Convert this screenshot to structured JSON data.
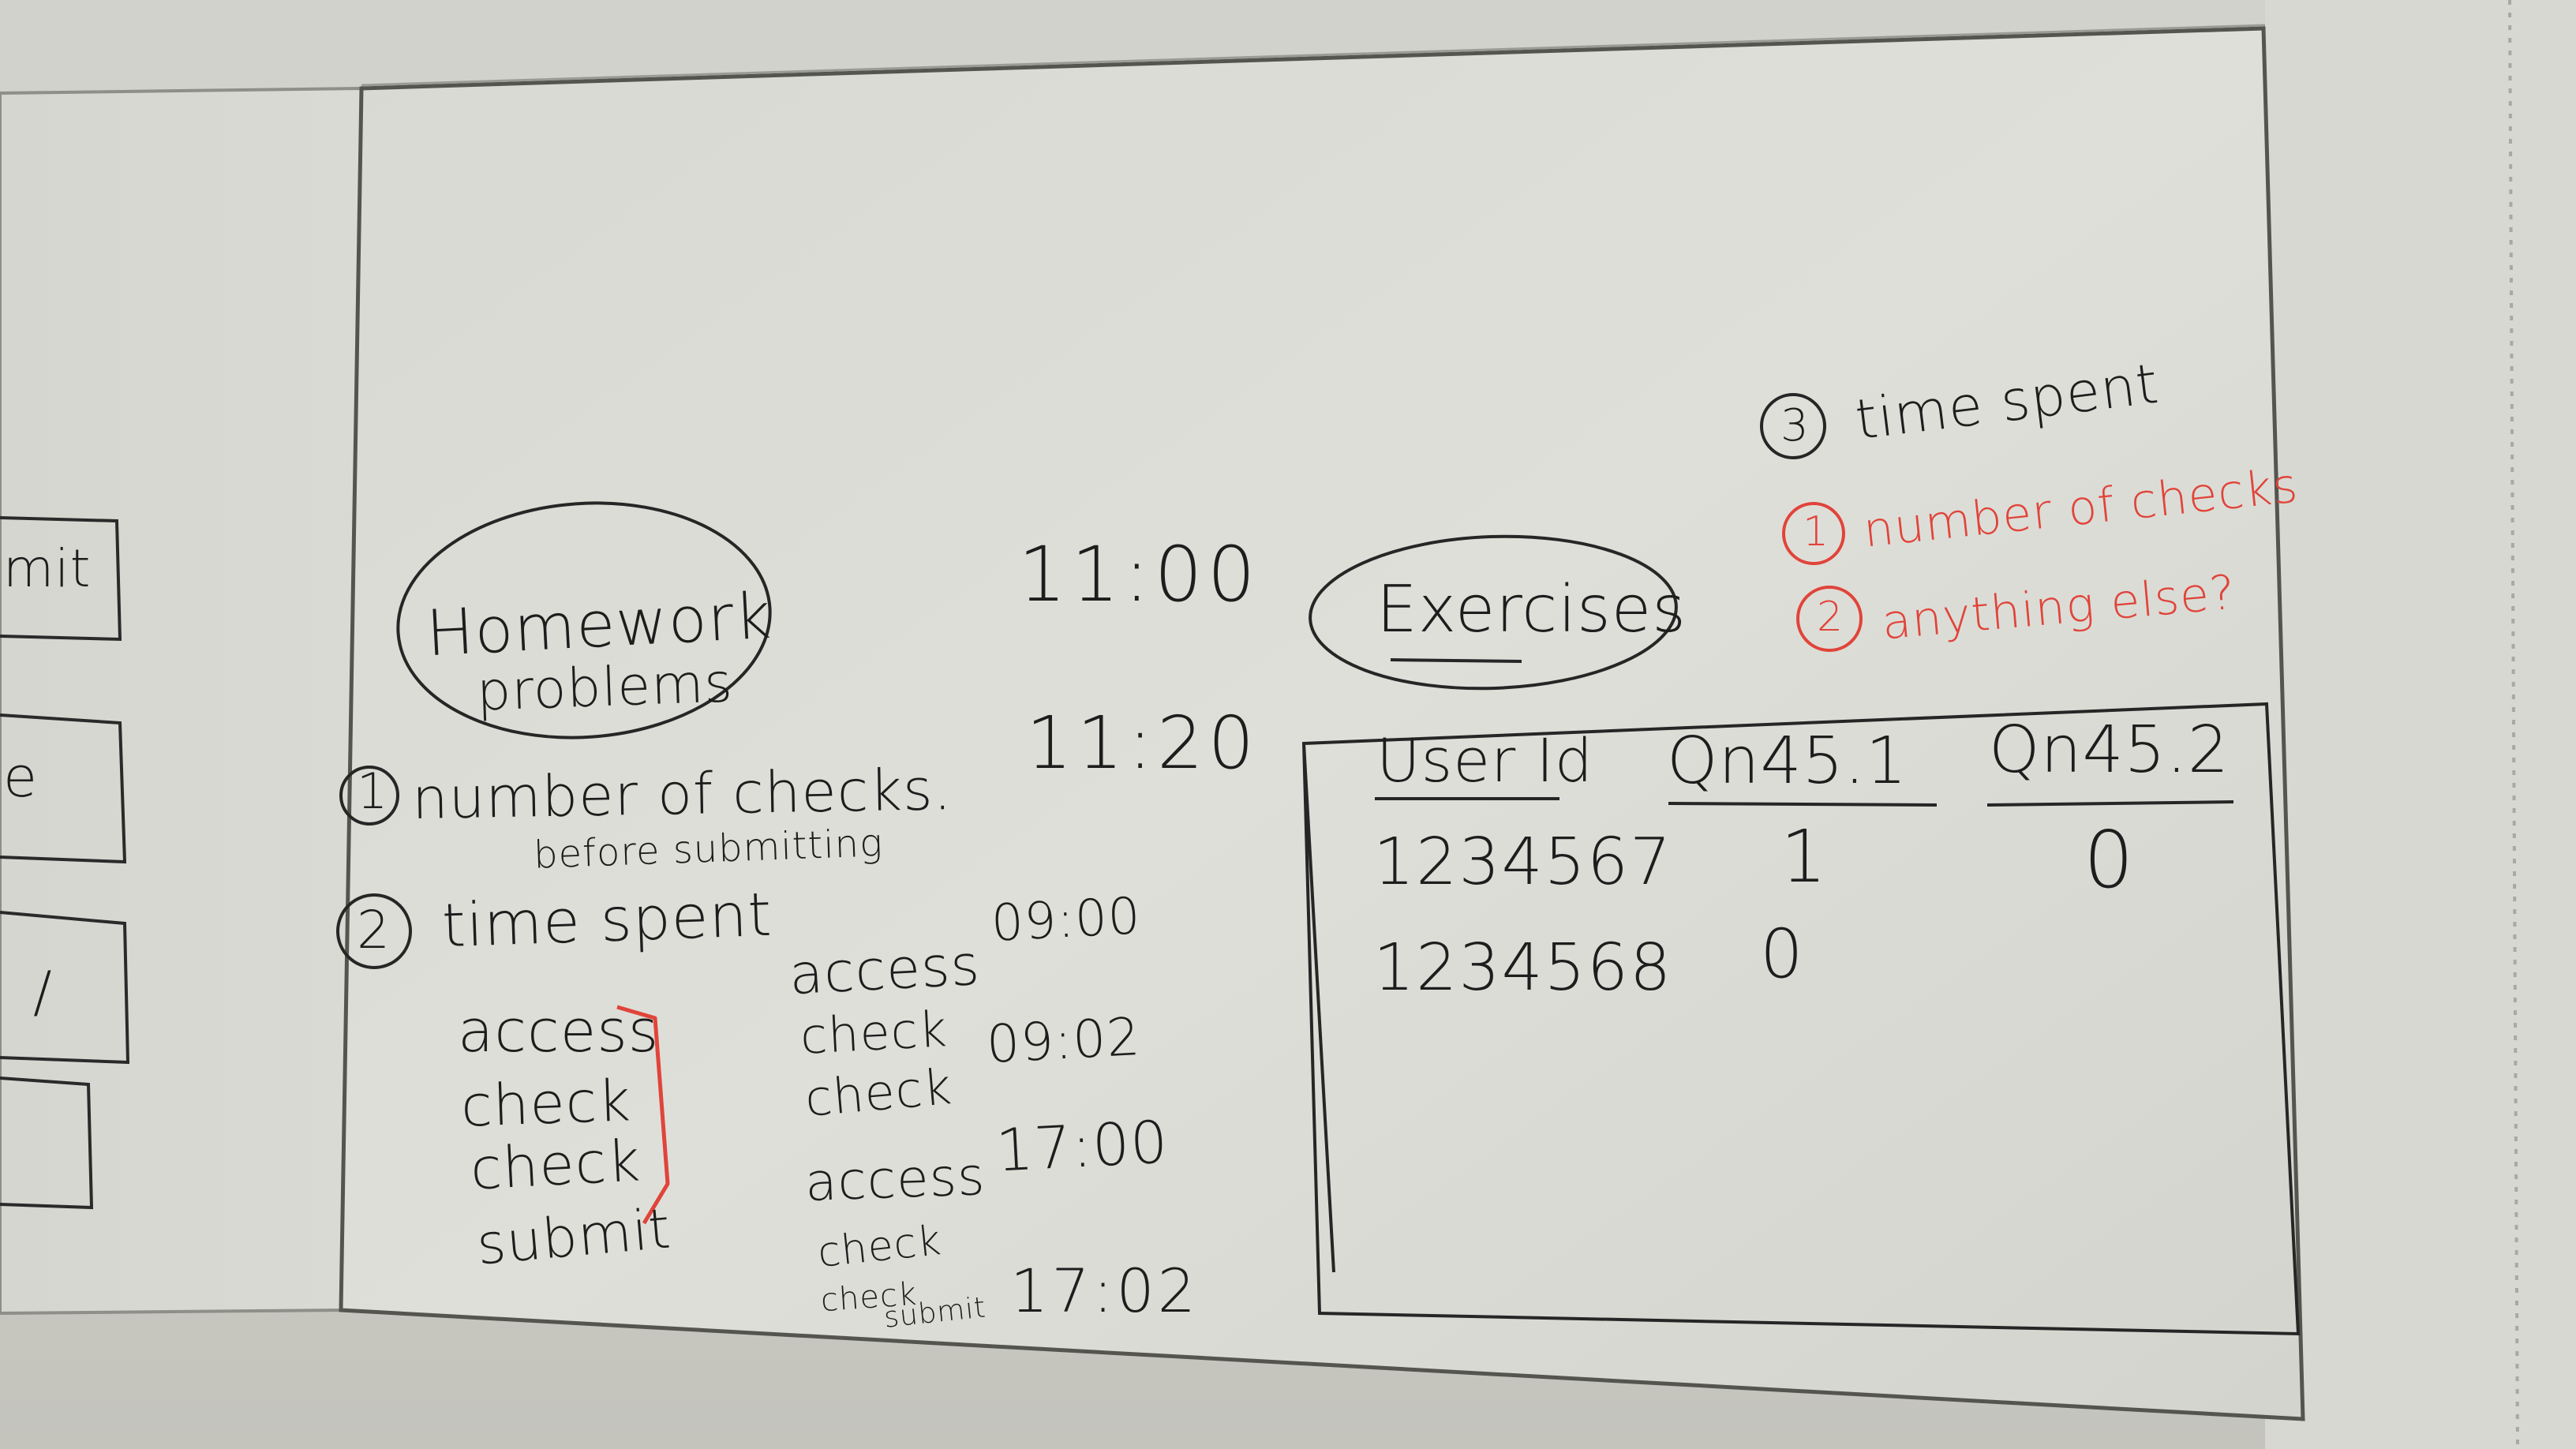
{
  "colors": {
    "marker_black": "#1d1d1d",
    "marker_red": "#e0443a",
    "board": "#dcdcd6"
  },
  "left_board": {
    "fragments": [
      "mit",
      "e",
      "/"
    ]
  },
  "homework": {
    "title_line1": "Homework",
    "title_line2": "problems",
    "item1_number": "1",
    "item1_text": "number of checks.",
    "item1_sub": "before submitting",
    "item2_number": "2",
    "item2_text": "time spent",
    "sequence": [
      "access",
      "check",
      "check",
      "submit"
    ]
  },
  "timeline": {
    "time_a": "11:00",
    "time_b": "11:20",
    "events": [
      {
        "label": "access",
        "time": "09:00"
      },
      {
        "label": "check",
        "time": ""
      },
      {
        "label": "check",
        "time": "09:02"
      },
      {
        "label": "access",
        "time": "17:00"
      },
      {
        "label": "check",
        "time": ""
      },
      {
        "label": "check",
        "time": ""
      },
      {
        "label": "submit",
        "time": "17:02"
      }
    ]
  },
  "exercises": {
    "title": "Exercises",
    "item3_number": "3",
    "item3_text": "time spent",
    "red_item1_number": "1",
    "red_item1_text": "number of checks",
    "red_item2_number": "2",
    "red_item2_text": "anything else?",
    "table": {
      "headers": [
        "User Id",
        "Qn45.1",
        "Qn45.2"
      ],
      "rows": [
        [
          "1234567",
          "1",
          "0"
        ],
        [
          "1234568",
          "0",
          ""
        ]
      ]
    }
  }
}
